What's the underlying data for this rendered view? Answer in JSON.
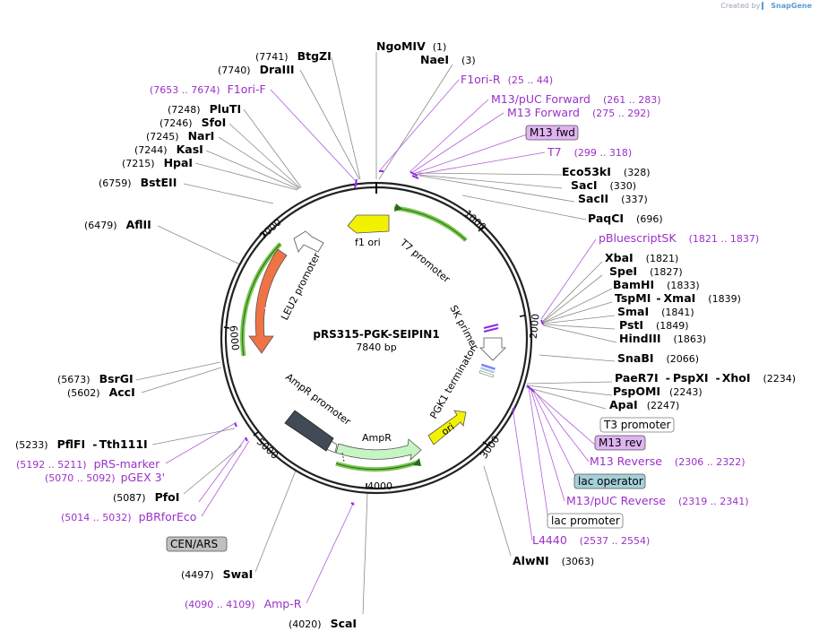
{
  "credit": {
    "text": "Created by",
    "brand": "SnapGene"
  },
  "plasmid": {
    "name": "pRS315-PGK-SEIPIN1",
    "length": "7840 bp"
  },
  "ticks": [
    "1000",
    "2000",
    "3000",
    "4000",
    "5000",
    "6000",
    "7000"
  ],
  "colors": {
    "enzyme": "#000000",
    "primer": "#9b30c8",
    "green_arrow": "#7ac74f",
    "leu2": "#f07346",
    "ori": "#f2f200",
    "ampr": "#c6f5c4",
    "promoter_gray": "#404b55",
    "feature_white": "#ffffff",
    "lac_operator": "#a6d0d9",
    "primer_box": "#e0b3f2"
  },
  "features": {
    "f1_ori": "f1 ori",
    "t7_promoter": "T7 promoter",
    "sk_primer": "SK primer",
    "pgk1_terminator": "PGK1 terminator",
    "ori": "ori",
    "ampr": "AmpR",
    "ampr_promoter": "AmpR promoter",
    "leu2": "LEU2",
    "leu2_promoter": "LEU2 promoter"
  },
  "labels": {
    "ngomiv": {
      "name": "NgoMIV",
      "pos": "(1)"
    },
    "naei": {
      "name": "NaeI",
      "pos": "(3)"
    },
    "f1ori_r": {
      "name": "F1ori-R",
      "pos": "(25 .. 44)"
    },
    "m13puc_fwd": {
      "name": "M13/pUC Forward",
      "pos": "(261 .. 283)"
    },
    "m13_forward": {
      "name": "M13 Forward",
      "pos": "(275 .. 292)"
    },
    "m13_fwd": {
      "name": "M13 fwd"
    },
    "t7": {
      "name": "T7",
      "pos": "(299 .. 318)"
    },
    "eco53ki": {
      "name": "Eco53kI",
      "pos": "(328)"
    },
    "saci": {
      "name": "SacI",
      "pos": "(330)"
    },
    "sacii": {
      "name": "SacII",
      "pos": "(337)"
    },
    "paqci": {
      "name": "PaqCI",
      "pos": "(696)"
    },
    "pbluescriptsk": {
      "name": "pBluescriptSK",
      "pos": "(1821 .. 1837)"
    },
    "xbai": {
      "name": "XbaI",
      "pos": "(1821)"
    },
    "spei": {
      "name": "SpeI",
      "pos": "(1827)"
    },
    "bamhi": {
      "name": "BamHI",
      "pos": "(1833)"
    },
    "tspmi": {
      "name": "TspMI",
      "sep": "-",
      "name2": "XmaI",
      "pos": "(1839)"
    },
    "smai": {
      "name": "SmaI",
      "pos": "(1841)"
    },
    "psti": {
      "name": "PstI",
      "pos": "(1849)"
    },
    "hindiii": {
      "name": "HindIII",
      "pos": "(1863)"
    },
    "snabi": {
      "name": "SnaBI",
      "pos": "(2066)"
    },
    "paer7i": {
      "name": "PaeR7I",
      "sep": "-",
      "name2": "PspXI",
      "sep2": "-",
      "name3": "XhoI",
      "pos": "(2234)"
    },
    "pspomi": {
      "name": "PspOMI",
      "pos": "(2243)"
    },
    "apai": {
      "name": "ApaI",
      "pos": "(2247)"
    },
    "t3_promoter": {
      "name": "T3 promoter"
    },
    "m13_rev": {
      "name": "M13 rev"
    },
    "m13_reverse": {
      "name": "M13 Reverse",
      "pos": "(2306 .. 2322)"
    },
    "lac_operator": {
      "name": "lac operator"
    },
    "m13puc_rev": {
      "name": "M13/pUC Reverse",
      "pos": "(2319 .. 2341)"
    },
    "lac_promoter": {
      "name": "lac promoter"
    },
    "l4440": {
      "name": "L4440",
      "pos": "(2537 .. 2554)"
    },
    "alwni": {
      "name": "AlwNI",
      "pos": "(3063)"
    },
    "scai": {
      "name": "ScaI",
      "pos": "(4020)"
    },
    "amp_r": {
      "name": "Amp-R",
      "pos": "(4090 .. 4109)"
    },
    "swai": {
      "name": "SwaI",
      "pos": "(4497)"
    },
    "cen_ars": {
      "name": "CEN/ARS"
    },
    "pbrforeco": {
      "name": "pBRforEco",
      "pos": "(5014 .. 5032)"
    },
    "pfoi": {
      "name": "PfoI",
      "pos": "(5087)"
    },
    "pgex3": {
      "name": "pGEX 3'",
      "pos": "(5070 .. 5092)"
    },
    "prs_marker": {
      "name": "pRS-marker",
      "pos": "(5192 .. 5211)"
    },
    "pflfi": {
      "name": "PflFI",
      "sep": "-",
      "name2": "Tth111I",
      "pos": "(5233)"
    },
    "accI": {
      "name": "AccI",
      "pos": "(5602)"
    },
    "bsrgi": {
      "name": "BsrGI",
      "pos": "(5673)"
    },
    "aflii": {
      "name": "AflII",
      "pos": "(6479)"
    },
    "bsteii": {
      "name": "BstEII",
      "pos": "(6759)"
    },
    "hpai": {
      "name": "HpaI",
      "pos": "(7215)"
    },
    "kasi": {
      "name": "KasI",
      "pos": "(7244)"
    },
    "nari": {
      "name": "NarI",
      "pos": "(7245)"
    },
    "sfoi": {
      "name": "SfoI",
      "pos": "(7246)"
    },
    "pluti": {
      "name": "PluTI",
      "pos": "(7248)"
    },
    "f1ori_f": {
      "name": "F1ori-F",
      "pos": "(7653 .. 7674)"
    },
    "draiii": {
      "name": "DraIII",
      "pos": "(7740)"
    },
    "btgzi": {
      "name": "BtgZI",
      "pos": "(7741)"
    }
  }
}
